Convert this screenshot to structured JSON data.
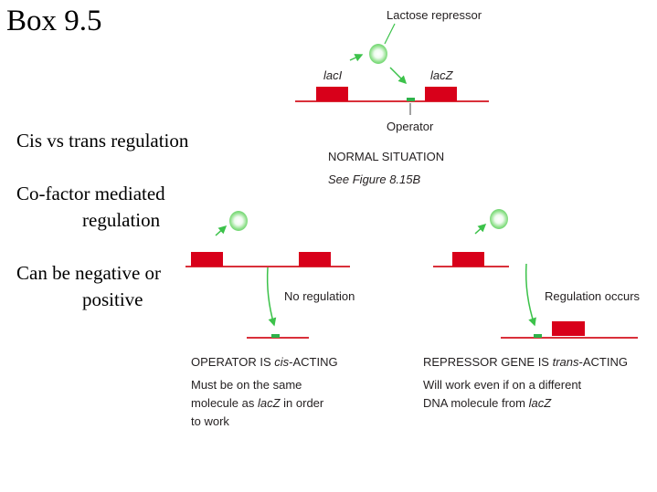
{
  "slide": {
    "title": "Box 9.5",
    "bullets": [
      {
        "line1": "Cis vs trans regulation"
      },
      {
        "line1": "Co-factor mediated",
        "line2": "regulation"
      },
      {
        "line1": "Can be negative or",
        "line2": "positive"
      }
    ]
  },
  "diagram": {
    "top": {
      "repressor_label": "Lactose repressor",
      "laci_label": "lacI",
      "lacz_label": "lacZ",
      "operator_label": "Operator",
      "caption_title": "NORMAL SITUATION",
      "caption_ref": "See Figure 8.15B"
    },
    "left": {
      "arrow_label": "No regulation",
      "caption_title_prefix": "OPERATOR IS ",
      "caption_title_italic": "cis",
      "caption_title_suffix": "-ACTING",
      "caption_line1": "Must be on the same",
      "caption_line2_prefix": "molecule as ",
      "caption_line2_italic": "lacZ",
      "caption_line2_suffix": " in order",
      "caption_line3": "to work"
    },
    "right": {
      "arrow_label": "Regulation occurs",
      "caption_title_prefix": "REPRESSOR GENE IS ",
      "caption_title_italic": "trans",
      "caption_title_suffix": "-ACTING",
      "caption_line1": "Will work even if on a different",
      "caption_line2_prefix": "DNA molecule from ",
      "caption_line2_italic": "lacZ"
    },
    "colors": {
      "gene": "#d8001a",
      "dna": "#d9303a",
      "operator": "#2db34a",
      "arrow": "#3cc24a",
      "repressor": "#8ee08a"
    }
  }
}
